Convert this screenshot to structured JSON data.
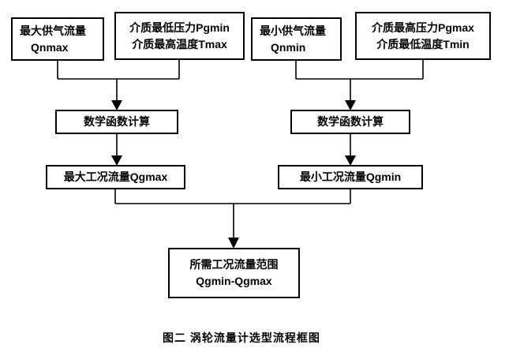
{
  "diagram": {
    "caption": "图二  涡轮流量计选型流程框图",
    "nodes": {
      "qnmax": {
        "line1": "最大供气流量",
        "line2": "Qnmax"
      },
      "medium_max": {
        "line1": "介质最低压力Pgmin",
        "line2": "介质最高温度Tmax"
      },
      "qnmin": {
        "line1": "最小供气流量",
        "line2": "Qnmin"
      },
      "medium_min": {
        "line1": "介质最高压力Pgmax",
        "line2": "介质最低温度Tmin"
      },
      "calc_left": {
        "label": "数学函数计算"
      },
      "calc_right": {
        "label": "数学函数计算"
      },
      "qgmax": {
        "label": "最大工况流量Qgmax"
      },
      "qgmin": {
        "label": "最小工况流量Qgmin"
      },
      "range": {
        "line1": "所需工况流量范围",
        "line2": "Qgmin-Qgmax"
      }
    },
    "colors": {
      "line": "#000000",
      "box_border": "#000000",
      "background": "#ffffff",
      "text": "#000000"
    }
  }
}
